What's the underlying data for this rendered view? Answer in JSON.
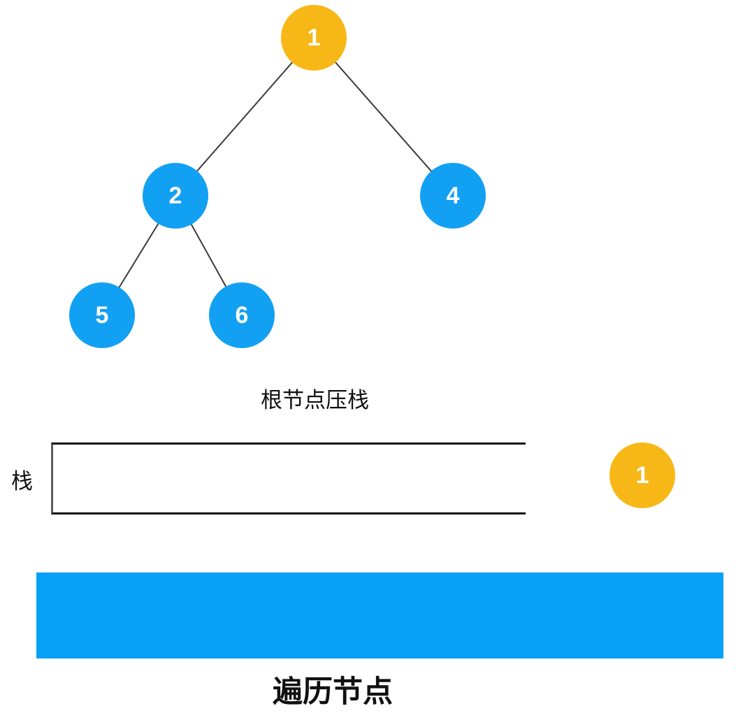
{
  "colors": {
    "node_blue": "#12A0F3",
    "node_orange": "#F7B817",
    "bar_blue": "#05A0F8",
    "edge": "#3a3a3a"
  },
  "tree": {
    "nodes": [
      {
        "id": "1",
        "label": "1",
        "color": "orange",
        "role": "root"
      },
      {
        "id": "2",
        "label": "2",
        "color": "blue"
      },
      {
        "id": "4",
        "label": "4",
        "color": "blue"
      },
      {
        "id": "5",
        "label": "5",
        "color": "blue"
      },
      {
        "id": "6",
        "label": "6",
        "color": "blue"
      }
    ],
    "edges": [
      [
        "1",
        "2"
      ],
      [
        "1",
        "4"
      ],
      [
        "2",
        "5"
      ],
      [
        "2",
        "6"
      ]
    ]
  },
  "captions": {
    "step": "根节点压栈",
    "stack_label": "栈",
    "bottom": "遍历节点"
  },
  "stack": {
    "items": [],
    "pending_item": {
      "label": "1",
      "color": "orange"
    }
  }
}
